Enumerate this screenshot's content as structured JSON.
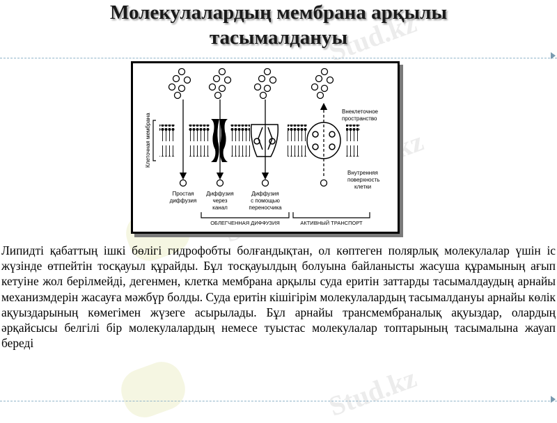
{
  "slide": {
    "title_line1": "Молекулалардың мембрана арқылы",
    "title_line2": "тасымалдануы",
    "watermark": "Stud.kz",
    "body": "Липидті қабаттың ішкі бөлігі гидрофобты болғандықтан, ол көптеген полярлық молекулалар үшін іс жүзінде өтпейтін тосқауыл құрайды. Бұл тосқауылдың болуына байланысты жасуша құрамының ағып кетуіне жол берілмейді, дегенмен, клетка мембрана арқылы суда еритін заттарды тасымалдаудың арнайы механизмдерін жасауға мәжбүр болды. Суда еритін кішігірім молекулалардың тасымалдануы арнайы көлік ақуыздарының көмегімен жүзеге асырылады. Бұл арнайы трансмембраналық ақуыздар, олардың әрқайсысы белгілі бір молекулалардың немесе туыстас молекулалар топтарының тасымалына жауап береді"
  },
  "figure": {
    "membrane_label": "Клеточная мембрана",
    "outside_label_1": "Внеклеточное",
    "outside_label_2": "пространство",
    "inside_label_1": "Внутренняя",
    "inside_label_2": "поверхность",
    "inside_label_3": "клетки",
    "simple_1": "Простая",
    "simple_2": "диффузия",
    "channel_1": "Диффузия",
    "channel_2": "через",
    "channel_3": "канал",
    "carrier_1": "Диффузия",
    "carrier_2": "с помощью",
    "carrier_3": "переносчика",
    "facilitated": "ОБЛЕГЧЕННАЯ ДИФФУЗИЯ",
    "active": "АКТИВНЫЙ ТРАНСПОРТ"
  }
}
